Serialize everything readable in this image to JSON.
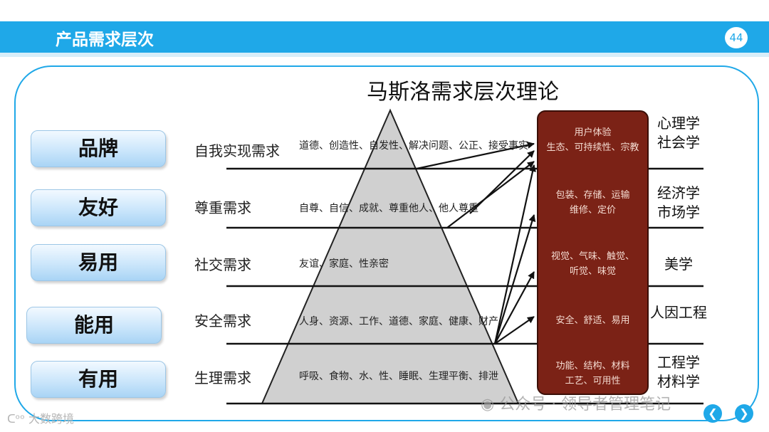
{
  "slide": {
    "title": "产品需求层次",
    "page_number": "44"
  },
  "buttons": [
    "品牌",
    "友好",
    "易用",
    "能用",
    "有用"
  ],
  "diagram": {
    "title": "马斯洛需求层次理论",
    "levels": [
      {
        "need": "自我实现需求",
        "details": "道德、创造性、自发性、解决问题、公正、接受事实"
      },
      {
        "need": "尊重需求",
        "details": "自尊、自信、成就、尊重他人、他人尊重"
      },
      {
        "need": "社交需求",
        "details": "友谊、家庭、性亲密"
      },
      {
        "need": "安全需求",
        "details": "人身、资源、工作、道德、家庭、健康、财产"
      },
      {
        "need": "生理需求",
        "details": "呼吸、食物、水、性、睡眠、生理平衡、排泄"
      }
    ],
    "product_factors": [
      [
        "用户体验",
        "生态、可持续性、宗教"
      ],
      [
        "包装、存储、运输",
        "维修、定价"
      ],
      [
        "视觉、气味、触觉、",
        "听觉、味觉"
      ],
      [
        "安全、舒适、易用"
      ],
      [
        "功能、结构、材料",
        "工艺、可用性"
      ]
    ],
    "fields": [
      [
        "心理学",
        "社会学"
      ],
      [
        "经济学",
        "市场学"
      ],
      [
        "美学"
      ],
      [
        "人因工程"
      ],
      [
        "工程学",
        "材料学"
      ]
    ],
    "colors": {
      "pyramid": "#d0d0d0",
      "factor_box": "#7b2216",
      "accent": "#1fa8e8"
    }
  },
  "watermarks": {
    "wechat": "公众号 · 领导者管理笔记",
    "corner": "大数跨境"
  }
}
